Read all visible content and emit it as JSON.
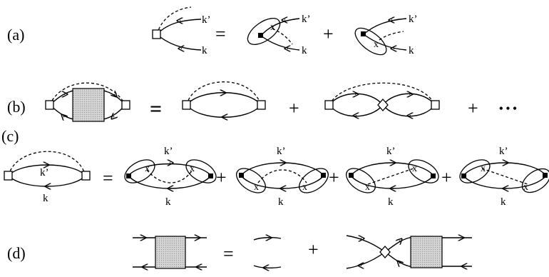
{
  "rows": {
    "a": {
      "label": "(a)"
    },
    "b": {
      "label": "(b)"
    },
    "c": {
      "label": "(c)"
    },
    "d": {
      "label": "(d)"
    }
  },
  "operators": {
    "equals": "=",
    "plus": "+",
    "ellipsis": "• • •"
  },
  "momenta": {
    "k_prime": "k’",
    "k": "k"
  },
  "vertex_mark": "x"
}
